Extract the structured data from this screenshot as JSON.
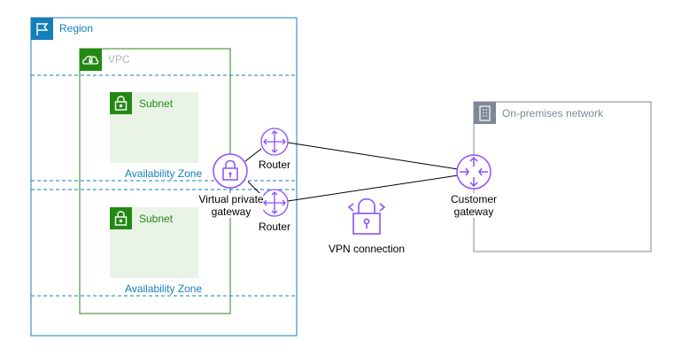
{
  "region": {
    "label": "Region",
    "icon": "flag-icon",
    "color": "#147eba"
  },
  "vpc": {
    "label": "VPC",
    "icon": "cloud-lock-icon",
    "color": "#248814",
    "label_color": "#aab7b8"
  },
  "availability_zones": [
    {
      "label": "Availability Zone",
      "subnet_label": "Subnet"
    },
    {
      "label": "Availability Zone",
      "subnet_label": "Subnet"
    }
  ],
  "subnet": {
    "icon": "lock-icon",
    "fill": "#e9f3e6",
    "color": "#248814"
  },
  "routers": [
    {
      "label": "Router"
    },
    {
      "label": "Router"
    }
  ],
  "virtual_private_gateway": {
    "label_line1": "Virtual private",
    "label_line2": "gateway",
    "icon": "vpn-gateway-lock-icon"
  },
  "vpn_connection": {
    "label": "VPN connection",
    "icon": "vpn-connection-icon"
  },
  "customer_gateway": {
    "label_line1": "Customer",
    "label_line2": "gateway",
    "icon": "router-icon"
  },
  "on_premises": {
    "label": "On-premises network",
    "icon": "building-icon",
    "color": "#7d8998"
  },
  "accent_purple": "#8c4fff"
}
